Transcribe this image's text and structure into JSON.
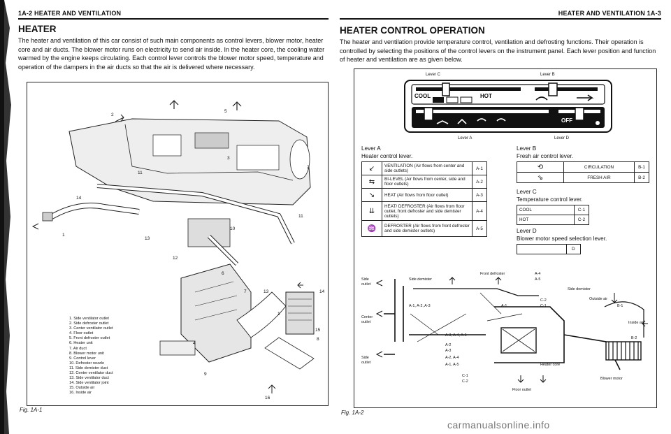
{
  "left_page": {
    "header": "1A-2 HEATER AND VENTILATION",
    "heading": "HEATER",
    "paragraph": "The heater and ventilation of this car consist of such main components as control levers, blower motor, heater core and air ducts. The blower motor runs on electricity to send air inside. In the heater core, the cooling water warmed by the engine keeps circulating. Each control lever controls the blower motor speed, temperature and operation of the dampers in the air ducts so that the air is delivered where necessary.",
    "figure_label": "Fig. 1A-1",
    "callouts": [
      "2",
      "5",
      "3",
      "2",
      "11",
      "14",
      "1",
      "13",
      "10",
      "11",
      "12",
      "6",
      "7",
      "13",
      "14",
      "1",
      "4",
      "15",
      "8",
      "9",
      "16"
    ],
    "legend": [
      "1. Side ventilator outlet",
      "2. Side defroster outlet",
      "3. Center ventilator outlet",
      "4. Floor outlet",
      "5. Front defroster outlet",
      "6. Heater unit",
      "7. Air duct",
      "8. Blower motor unit",
      "9. Control lever",
      "10. Defroster nozzle",
      "11. Side demister duct",
      "12. Center ventilator duct",
      "13. Side ventilator duct",
      "14. Side ventilator joint",
      "15. Outside air",
      "16. Inside air"
    ]
  },
  "right_page": {
    "header": "HEATER AND VENTILATION 1A-3",
    "heading": "HEATER CONTROL OPERATION",
    "paragraph": "The heater and ventilation provide temperature control, ventilation and defrosting functions. Their operation is controlled by selecting the positions of the control levers on the instrument panel. Each lever position and function of heater and ventilation are as given below.",
    "panel": {
      "lever_c": "Lever C",
      "lever_b": "Lever B",
      "lever_a": "Lever A",
      "lever_d": "Lever D",
      "cool": "COOL",
      "hot": "HOT",
      "off": "OFF"
    },
    "lever_a_title": "Lever A",
    "lever_a_desc": "Heater control lever.",
    "lever_a_rows": [
      {
        "icon": "↙",
        "mode": "VENTILATION",
        "desc": "(Air flows from center and side outlets)",
        "code": "A-1"
      },
      {
        "icon": "⇆",
        "mode": "BI-LEVEL",
        "desc": "(Air flows from center, side and floor outlets)",
        "code": "A-2"
      },
      {
        "icon": "↘",
        "mode": "HEAT",
        "desc": "(Air flows from floor outlet)",
        "code": "A-3"
      },
      {
        "icon": "⇊",
        "mode": "HEAT/ DEFROSTER",
        "desc": "(Air flows from floor outlet, front defroster and side demister outlets)",
        "code": "A-4"
      },
      {
        "icon": "♒",
        "mode": "DEFROSTER",
        "desc": "(Air flows from front defroster and side demister outlets)",
        "code": "A-5"
      }
    ],
    "lever_b_title": "Lever B",
    "lever_b_desc": "Fresh air control lever.",
    "lever_b_rows": [
      {
        "icon": "⟲",
        "mode": "CIRCULATION",
        "code": "B-1"
      },
      {
        "icon": "⇘",
        "mode": "FRESH AIR",
        "code": "B-2"
      }
    ],
    "lever_c_title": "Lever C",
    "lever_c_desc": "Temperature control lever.",
    "lever_c_rows": [
      {
        "mode": "COOL",
        "code": "C-1"
      },
      {
        "mode": "HOT",
        "code": "C-2"
      }
    ],
    "lever_d_title": "Lever D",
    "lever_d_desc": "Blower motor speed selection lever.",
    "lever_d_code": "D",
    "diagram": {
      "front_defroster": "Front defroster",
      "side_outlet": "Side outlet",
      "side_demister": "Side demister",
      "center_outlet": "Center outlet",
      "outside_air": "Outside air",
      "inside_air": "Inside air",
      "heater_core": "Heater core",
      "floor_outlet": "Floor outlet",
      "blower_motor": "Blower motor",
      "labels": [
        "A-4",
        "A-5",
        "C-2",
        "C-1",
        "A-1",
        "A-1, A-2, A-3",
        "A-3, A-4, A-5",
        "A-2",
        "A-3",
        "A-2, A-4",
        "A-1, A-5",
        "C-1",
        "C-2",
        "B-1",
        "B-2"
      ]
    },
    "figure_label": "Fig. 1A-2"
  },
  "watermark": "carmanualsonline.info"
}
